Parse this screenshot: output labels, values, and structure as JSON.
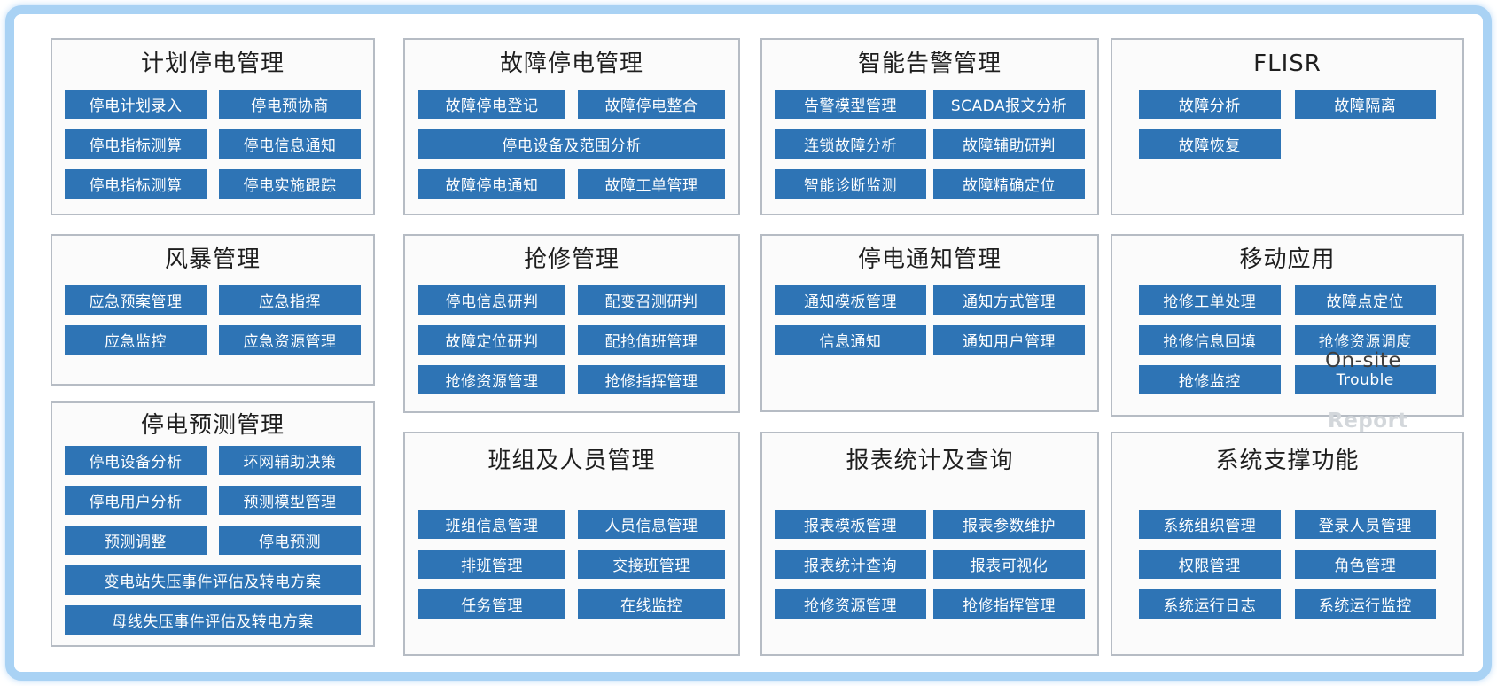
{
  "colors": {
    "frame_blue": "#a9d2f4",
    "panel_border": "#b6bcc4",
    "panel_bg": "#fbfbfb",
    "button_bg": "#2e74b5",
    "button_text": "#ffffff",
    "title_text": "#1e1e1e"
  },
  "overlays": {
    "on_site": "On-site",
    "report": "Report"
  },
  "panels": [
    {
      "title": "计划停电管理",
      "rows": [
        [
          "停电计划录入",
          "停电预协商"
        ],
        [
          "停电指标测算",
          "停电信息通知"
        ],
        [
          "停电指标测算",
          "停电实施跟踪"
        ]
      ]
    },
    {
      "title": "故障停电管理",
      "rows": [
        [
          "故障停电登记",
          "故障停电整合"
        ],
        [
          "停电设备及范围分析"
        ],
        [
          "故障停电通知",
          "故障工单管理"
        ]
      ]
    },
    {
      "title": "智能告警管理",
      "rows": [
        [
          "告警模型管理",
          "SCADA报文分析"
        ],
        [
          "连锁故障分析",
          "故障辅助研判"
        ],
        [
          "智能诊断监测",
          "故障精确定位"
        ]
      ]
    },
    {
      "title": "FLISR",
      "rows": [
        [
          "故障分析",
          "故障隔离"
        ],
        [
          "故障恢复"
        ]
      ]
    },
    {
      "title": "风暴管理",
      "rows": [
        [
          "应急预案管理",
          "应急指挥"
        ],
        [
          "应急监控",
          "应急资源管理"
        ]
      ]
    },
    {
      "title": "抢修管理",
      "rows": [
        [
          "停电信息研判",
          "配变召测研判"
        ],
        [
          "故障定位研判",
          "配抢值班管理"
        ],
        [
          "抢修资源管理",
          "抢修指挥管理"
        ]
      ]
    },
    {
      "title": "停电通知管理",
      "rows": [
        [
          "通知模板管理",
          "通知方式管理"
        ],
        [
          "信息通知",
          "通知用户管理"
        ]
      ]
    },
    {
      "title": "移动应用",
      "rows": [
        [
          "抢修工单处理",
          "故障点定位"
        ],
        [
          "抢修信息回填",
          "抢修资源调度"
        ],
        [
          "抢修监控",
          "Trouble"
        ]
      ]
    },
    {
      "title": "停电预测管理",
      "rows": [
        [
          "停电设备分析",
          "环网辅助决策"
        ],
        [
          "停电用户分析",
          "预测模型管理"
        ],
        [
          "预测调整",
          "停电预测"
        ],
        [
          "变电站失压事件评估及转电方案"
        ],
        [
          "母线失压事件评估及转电方案"
        ]
      ]
    },
    {
      "title": "班组及人员管理",
      "rows": [
        [
          "班组信息管理",
          "人员信息管理"
        ],
        [
          "排班管理",
          "交接班管理"
        ],
        [
          "任务管理",
          "在线监控"
        ]
      ]
    },
    {
      "title": "报表统计及查询",
      "rows": [
        [
          "报表模板管理",
          "报表参数维护"
        ],
        [
          "报表统计查询",
          "报表可视化"
        ],
        [
          "抢修资源管理",
          "抢修指挥管理"
        ]
      ]
    },
    {
      "title": "系统支撑功能",
      "rows": [
        [
          "系统组织管理",
          "登录人员管理"
        ],
        [
          "权限管理",
          "角色管理"
        ],
        [
          "系统运行日志",
          "系统运行监控"
        ]
      ]
    }
  ]
}
